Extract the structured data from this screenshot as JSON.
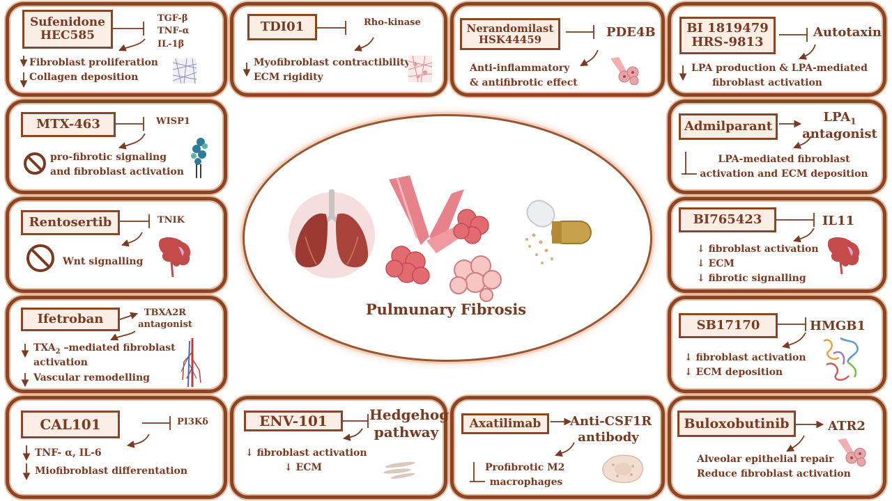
{
  "center": {
    "title": "Pulmunary Fibrosis"
  },
  "p1": {
    "drug": [
      "Sufenidone",
      "HEC585"
    ],
    "targets": [
      "TGF-β",
      "TNF-α",
      "IL-1β"
    ],
    "effects": [
      "Fibroblast proliferation",
      "Collagen deposition"
    ]
  },
  "p2": {
    "drug": "TDI01",
    "target": "Rho-kinase",
    "effects": [
      "Myofibroblast contractibility",
      "ECM rigidity"
    ]
  },
  "p3": {
    "drug": [
      "Nerandomilast",
      "HSK44459"
    ],
    "target": "PDE4B",
    "effects": [
      "Anti-inflammatory",
      "& antifibrotic effect"
    ]
  },
  "p4": {
    "drug": [
      "BI 1819479",
      "HRS-9813"
    ],
    "target": "Autotaxin",
    "effects": [
      "LPA production & LPA-mediated",
      "fibroblast activation"
    ]
  },
  "p5": {
    "drug": "MTX-463",
    "target": "WISP1",
    "effects": [
      "pro-fibrotic signaling",
      "and fibroblast activation"
    ]
  },
  "p6": {
    "drug": "Admilparant",
    "target": [
      "LPA",
      "1",
      "antagonist"
    ],
    "effects": [
      "LPA-mediated fibroblast",
      "activation and ECM deposition"
    ]
  },
  "p7": {
    "drug": "Rentosertib",
    "target": "TNIK",
    "effects": [
      "Wnt signalling"
    ]
  },
  "p8": {
    "drug": "BI765423",
    "target": "IL11",
    "effects": [
      "↓ fibroblast activation",
      "↓ ECM",
      "↓ fibrotic signalling"
    ]
  },
  "p9": {
    "drug": "Ifetroban",
    "target": [
      "TBXA2R",
      "antagonist"
    ],
    "effects": [
      "TXA",
      "2",
      " –mediated fibroblast",
      "activation",
      "Vascular remodelling"
    ]
  },
  "p10": {
    "drug": "SB17170",
    "target": "HMGB1",
    "effects": [
      "↓ fibroblast activation",
      "↓ ECM deposition"
    ]
  },
  "p11": {
    "drug": "CAL101",
    "target": "PI3Kδ",
    "effects": [
      "TNF- α, IL-6",
      "Miofibroblast differentation"
    ]
  },
  "p12": {
    "drug": "ENV-101",
    "target": [
      "Hedgehog",
      "pathway"
    ],
    "effects": [
      "↓ fibroblast activation",
      "↓ ECM"
    ]
  },
  "p13": {
    "drug": "Axatilimab",
    "target": [
      "Anti-CSF1R",
      "antibody"
    ],
    "effects": [
      "Profibrotic M2",
      "macrophages"
    ]
  },
  "p14": {
    "drug": "Buloxobutinib",
    "target": "ATR2",
    "effects": [
      "Alveolar epithelial repair",
      "Reduce fibroblast activation"
    ]
  },
  "colors": {
    "accent": "#8a4524",
    "text": "#7a3a22",
    "box_fill": "#fbeee4",
    "halo": "#e9b99c"
  },
  "icons": [
    "down-arrow-icon",
    "inhibit-arrow-icon",
    "activation-arrow-icon",
    "curved-arrow-icon",
    "prohibited-icon",
    "lungs-icon",
    "bronchi-alveoli-icon",
    "capsule-icon",
    "fibers-icon",
    "protein-icon",
    "cell-icon",
    "vessel-icon"
  ]
}
